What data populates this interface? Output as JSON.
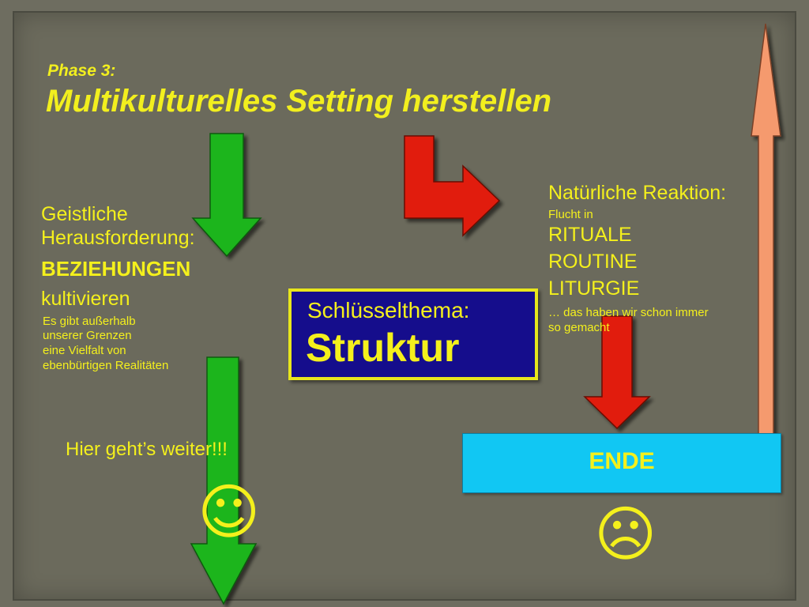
{
  "header": {
    "phase": "Phase 3:",
    "title": "Multikulturelles Setting herstellen"
  },
  "left_text": {
    "line1": "Geistliche",
    "line2": "Herausforderung:",
    "line3": "BEZIEHUNGEN",
    "line4": "kultivieren",
    "line5": "Es gibt außerhalb",
    "line6": "unserer Grenzen",
    "line7": "eine Vielfalt von",
    "line8": "ebenbürtigen Realitäten"
  },
  "right_text": {
    "line1": "Natürliche Reaktion:",
    "line2": "Flucht in",
    "line3": "RITUALE",
    "line4": "ROUTINE",
    "line5": "LITURGIE",
    "line6": "… das haben wir schon immer",
    "line7": "so gemacht"
  },
  "key_topic": {
    "label": "Schlüsselthema:",
    "value": "Struktur"
  },
  "continue_text": "Hier geht’s weiter!!!",
  "end_box": {
    "label": "ENDE"
  },
  "icons": {
    "smile": "smiling-face-icon",
    "frown": "frowning-face-icon"
  },
  "colors": {
    "background": "#6b6a5c",
    "text": "#f4f01c",
    "green_arrow": "#1fb51f",
    "red_arrow": "#e11c0c",
    "salmon_arrow": "#f59a6e",
    "key_box": "#150d8c",
    "end_box": "#11c7f3"
  }
}
